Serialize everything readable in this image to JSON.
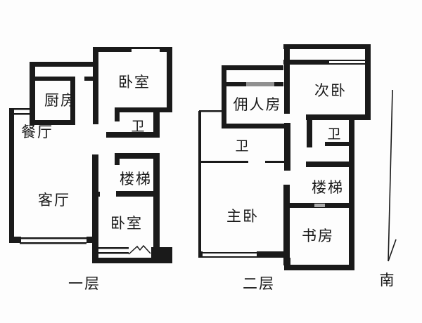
{
  "first_floor": {
    "floor_label": "一层",
    "rooms": {
      "kitchen": "厨房",
      "bedroom_top": "卧室",
      "dining": "餐厅",
      "bathroom": "卫",
      "living": "客厅",
      "stairs": "楼梯",
      "bedroom_bottom": "卧室"
    }
  },
  "second_floor": {
    "floor_label": "二层",
    "rooms": {
      "maid_room": "佣人房",
      "secondary_bedroom": "次卧",
      "bathroom_right": "卫",
      "bathroom_left": "卫",
      "stairs": "楼梯",
      "master_bedroom": "主卧",
      "study": "书房"
    }
  },
  "compass": {
    "south": "南"
  },
  "colors": {
    "wall": "#1a1a1a",
    "background": "#fdfdfd",
    "window_gray": "#8f8f8f",
    "door_gray": "#aaaaaa"
  }
}
